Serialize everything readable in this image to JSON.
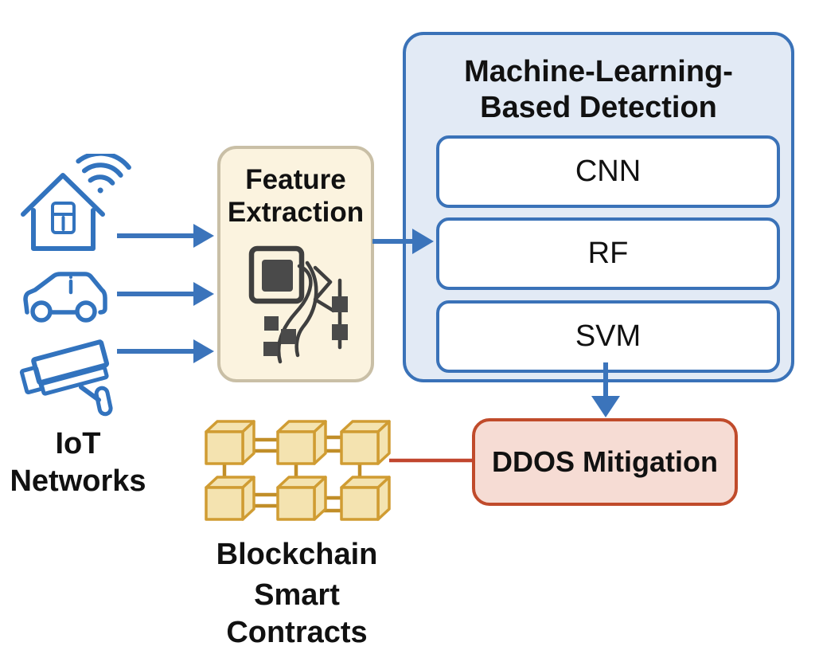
{
  "iot": {
    "label": "IoT Networks",
    "device_icons": [
      "smart-home-icon",
      "car-icon",
      "cctv-camera-icon"
    ]
  },
  "feature_extraction": {
    "title": "Feature Extraction",
    "icon": "feature-extraction-icon"
  },
  "ml_detection": {
    "title_line1": "Machine-Learning-",
    "title_line2": "Based Detection",
    "models": [
      "CNN",
      "RF",
      "SVM"
    ]
  },
  "mitigation": {
    "label": "DDOS Mitigation"
  },
  "blockchain": {
    "label": "Blockchain",
    "sublabel": "Smart Contracts",
    "icon": "blockchain-icon"
  },
  "connections": [
    {
      "from": "smart-home",
      "to": "feature-extraction",
      "style": "blue-arrow"
    },
    {
      "from": "car",
      "to": "feature-extraction",
      "style": "blue-arrow"
    },
    {
      "from": "cctv-camera",
      "to": "feature-extraction",
      "style": "blue-arrow"
    },
    {
      "from": "feature-extraction",
      "to": "ml-detection",
      "style": "blue-arrow"
    },
    {
      "from": "ml-detection",
      "to": "ddos-mitigation",
      "style": "blue-arrow"
    },
    {
      "from": "blockchain",
      "to": "ddos-mitigation",
      "style": "red-line"
    }
  ],
  "colors": {
    "icon_blue": "#3273BE",
    "arrow_blue": "#3B74BB",
    "ml_box_fill": "#E2EAF5",
    "ml_box_border": "#3A72B8",
    "feature_box_fill": "#FBF3DF",
    "feature_box_border": "#C9BFA6",
    "mitigation_fill": "#F6DCD4",
    "mitigation_border": "#C04B2B",
    "red_link_line": "#C1462E",
    "cube_fill": "#F4E3B0",
    "cube_border": "#D09C32",
    "cube_connector": "#C18E28",
    "feature_icon_dark": "#454545",
    "text": "#111111"
  }
}
